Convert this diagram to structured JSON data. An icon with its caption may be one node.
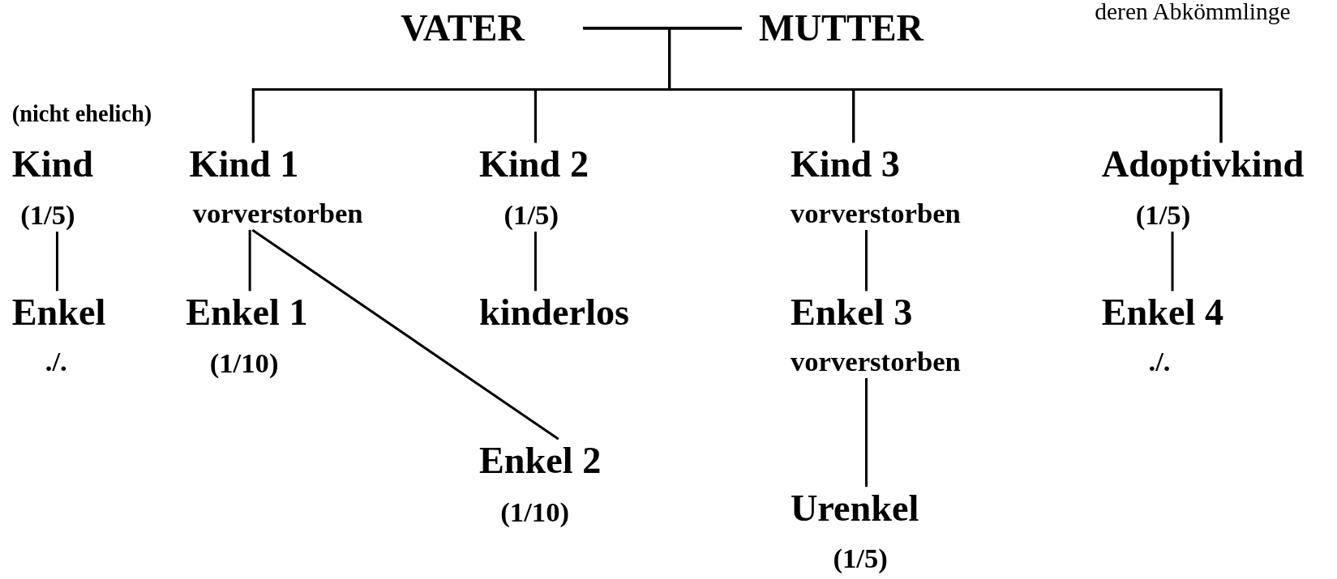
{
  "diagram": {
    "nodes": [
      {
        "text": [
          "VATER"
        ]
      },
      {
        "text": [
          "MUTTER"
        ]
      },
      {
        "text": [
          "(nicht ehelich)",
          "Kind",
          "(1/5)"
        ]
      },
      {
        "text": [
          "Kind 1",
          "vorverstorben"
        ]
      },
      {
        "text": [
          "Kind 2",
          "(1/5)"
        ]
      },
      {
        "text": [
          "Kind 3",
          "vorverstorben"
        ]
      },
      {
        "text": [
          "Adoptivkind",
          "(1/5)"
        ]
      },
      {
        "text": [
          "Enkel",
          "./."
        ]
      },
      {
        "text": [
          "Enkel 1",
          "(1/10)"
        ]
      },
      {
        "text": [
          "kinderlos"
        ]
      },
      {
        "text": [
          "Enkel 3",
          "vorverstorben"
        ]
      },
      {
        "text": [
          "Enkel 4",
          "./."
        ]
      },
      {
        "text": [
          "Enkel 2",
          "(1/10)"
        ]
      },
      {
        "text": [
          "Urenkel",
          "(1/5)"
        ]
      }
    ],
    "edges": [
      {
        "from": 0,
        "to": 1,
        "arrow": "none"
      },
      {
        "from": 0,
        "to": 3,
        "arrow": "none"
      },
      {
        "from": 0,
        "to": 4,
        "arrow": "none"
      },
      {
        "from": 0,
        "to": 5,
        "arrow": "none"
      },
      {
        "from": 0,
        "to": 6,
        "arrow": "none"
      },
      {
        "from": 1,
        "to": 3,
        "arrow": "none"
      },
      {
        "from": 1,
        "to": 4,
        "arrow": "none"
      },
      {
        "from": 1,
        "to": 5,
        "arrow": "none"
      },
      {
        "from": 1,
        "to": 6,
        "arrow": "none"
      },
      {
        "from": 2,
        "to": 7,
        "arrow": "none"
      },
      {
        "from": 3,
        "to": 8,
        "arrow": "none"
      },
      {
        "from": 3,
        "to": 12,
        "arrow": "none"
      },
      {
        "from": 4,
        "to": 9,
        "arrow": "none"
      },
      {
        "from": 5,
        "to": 10,
        "arrow": "none"
      },
      {
        "from": 10,
        "to": 13,
        "arrow": "none"
      },
      {
        "from": 6,
        "to": 11,
        "arrow": "none"
      }
    ],
    "labels": [
      "deren Abkömmlinge"
    ]
  }
}
